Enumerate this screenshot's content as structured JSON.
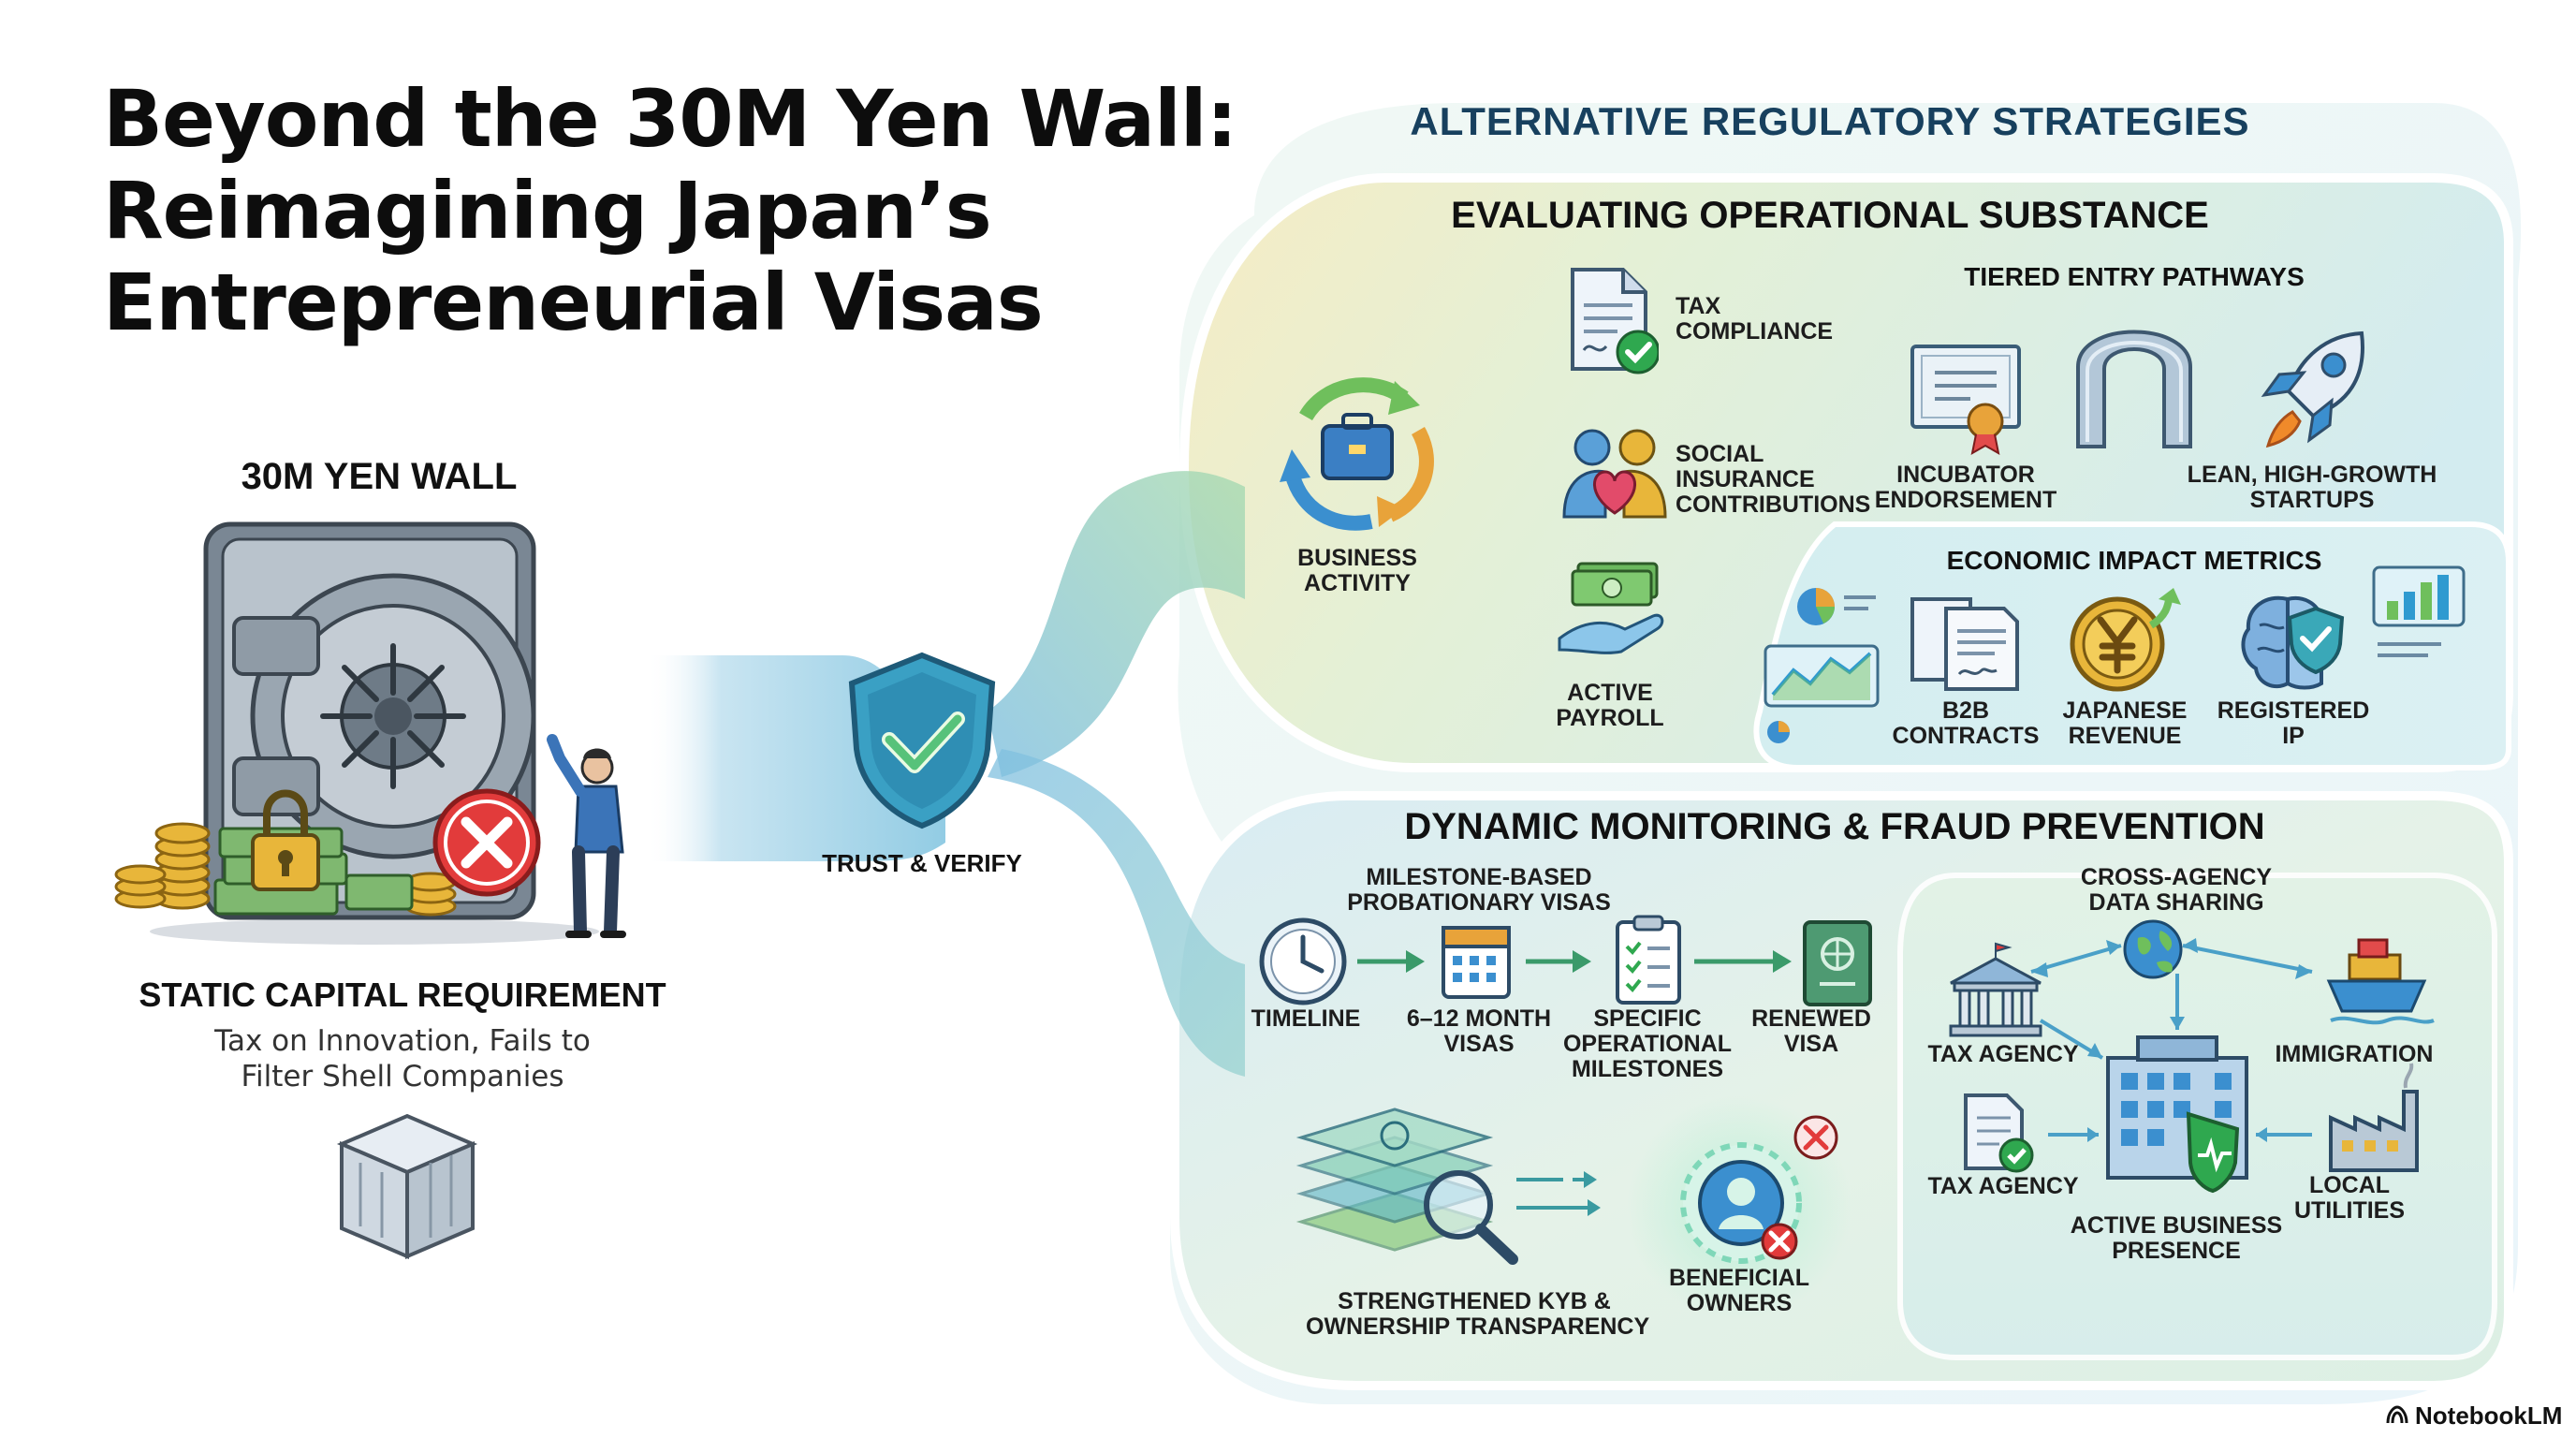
{
  "title_lines": [
    "Beyond the 30M Yen Wall:",
    "Reimagining Japan’s",
    "Entrepreneurial Visas"
  ],
  "left": {
    "wall_title": "30M YEN WALL",
    "static_title": "STATIC CAPITAL REQUIREMENT",
    "static_sub_lines": [
      "Tax on Innovation, Fails to",
      "Filter Shell Companies"
    ]
  },
  "trust_label": "TRUST & VERIFY",
  "alt_title": "ALTERNATIVE REGULATORY STRATEGIES",
  "operational": {
    "title": "EVALUATING OPERATIONAL SUBSTANCE",
    "business_activity": [
      "BUSINESS",
      "ACTIVITY"
    ],
    "tax_compliance": [
      "TAX",
      "COMPLIANCE"
    ],
    "social_insurance": [
      "SOCIAL",
      "INSURANCE",
      "CONTRIBUTIONS"
    ],
    "active_payroll": [
      "ACTIVE",
      "PAYROLL"
    ],
    "tiered_title": "TIERED ENTRY PATHWAYS",
    "incubator": [
      "INCUBATOR",
      "ENDORSEMENT"
    ],
    "lean": [
      "LEAN, HIGH-GROWTH",
      "STARTUPS"
    ],
    "metrics_title": "ECONOMIC IMPACT METRICS",
    "b2b": [
      "B2B",
      "CONTRACTS"
    ],
    "revenue": [
      "JAPANESE",
      "REVENUE"
    ],
    "ip": [
      "REGISTERED",
      "IP"
    ]
  },
  "monitoring": {
    "title": "DYNAMIC MONITORING & FRAUD PREVENTION",
    "milestone_title": [
      "MILESTONE-BASED",
      "PROBATIONARY VISAS"
    ],
    "timeline": [
      "TIMELINE"
    ],
    "month_visas": [
      "6–12 MONTH",
      "VISAS"
    ],
    "specific": [
      "SPECIFIC",
      "OPERATIONAL",
      "MILESTONES"
    ],
    "renewed": [
      "RENEWED",
      "VISA"
    ],
    "kyb": [
      "STRENGTHENED KYB &",
      "OWNERSHIP TRANSPARENCY"
    ],
    "owners": [
      "BENEFICIAL",
      "OWNERS"
    ],
    "cross_title": [
      "CROSS-AGENCY",
      "DATA SHARING"
    ],
    "tax_agency_1": [
      "TAX AGENCY"
    ],
    "immigration": [
      "IMMIGRATION"
    ],
    "tax_agency_2": [
      "TAX AGENCY"
    ],
    "local": [
      "LOCAL",
      "UTILITIES"
    ],
    "presence": [
      "ACTIVE BUSINESS",
      "PRESENCE"
    ]
  },
  "brand": "NotebookLM",
  "colors": {
    "accent_navy": "#17405e",
    "error_red": "#e23b3b",
    "success_green": "#2fa84f",
    "teal": "#3aa8b8",
    "coin_gold": "#e8b63a"
  }
}
